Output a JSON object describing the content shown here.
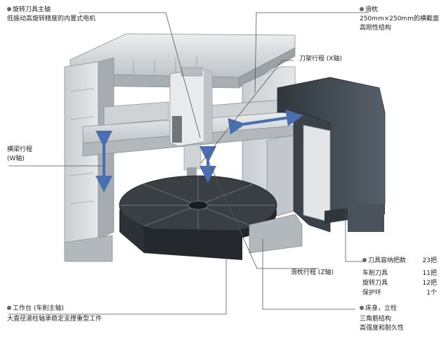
{
  "callouts": {
    "spindle_title": "旋转刀具主轴",
    "spindle_desc": "低振动高旋转精度的内置式电机",
    "ram_title": "滑枕",
    "ram_desc1": "250mm×250mm的横截面",
    "ram_desc2": "高刚性结构",
    "x_axis": "刀架行程 (X轴)",
    "w_axis_1": "横梁行程",
    "w_axis_2": "(W轴)",
    "z_axis": "滑枕行程 (Z轴)",
    "table_title": "工作台 (车削主轴)",
    "table_desc": "大直径滚柱轴承稳定支撑重型工件",
    "bed_title": "床身，立柱",
    "bed_desc1": "三角筋结构",
    "bed_desc2": "高强度和耐久性"
  },
  "tool_capacity": {
    "title": "刀具容纳把数",
    "total": "23把",
    "rows": [
      {
        "label": "车削刀具",
        "value": "11把"
      },
      {
        "label": "旋转刀具",
        "value": "12把"
      },
      {
        "label": "保护环",
        "value": "1个"
      }
    ]
  },
  "colors": {
    "arrow": "#4a6fb0",
    "machine_light": "#d9dcdf",
    "machine_mid": "#b9bdc1",
    "machine_dark": "#3e464d",
    "table_top": "#2e3236"
  }
}
